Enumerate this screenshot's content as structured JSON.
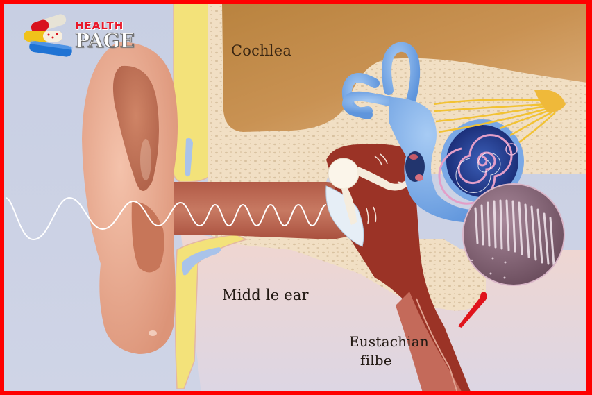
{
  "logo": {
    "line1": "HEALTH",
    "line2": "PAGE",
    "icon": "pills-icon",
    "colors": {
      "health_text": "#e8182a",
      "page_text": "#ffffff"
    }
  },
  "labels": {
    "cochlea": "Cochlea",
    "middle_ear": "Midd le ear",
    "eustachian_line1": "Eustachian",
    "eustachian_line2": "filbe"
  },
  "colors": {
    "frame_border": "#ff0000",
    "background": "#c9d0e2",
    "skin": "#e9a98c",
    "cartilage_yellow": "#f3e27a",
    "bone": "#f2dfc3",
    "cavity_brown": "#c78a48",
    "canal_red": "#9e3a2c",
    "inner_ear_blue": "#7aaee8",
    "nerve_yellow": "#f2c233",
    "sound_wave": "#ffffff",
    "pointer_red": "#e0141c"
  },
  "figure": {
    "elements": [
      "outer-ear-pinna",
      "ear-canal",
      "sound-wave",
      "eardrum",
      "ossicles",
      "semicircular-canals",
      "cochlea-spiral",
      "auditory-nerve",
      "hair-cells-magnified-inset",
      "eustachian-tube",
      "pointer-line"
    ]
  }
}
